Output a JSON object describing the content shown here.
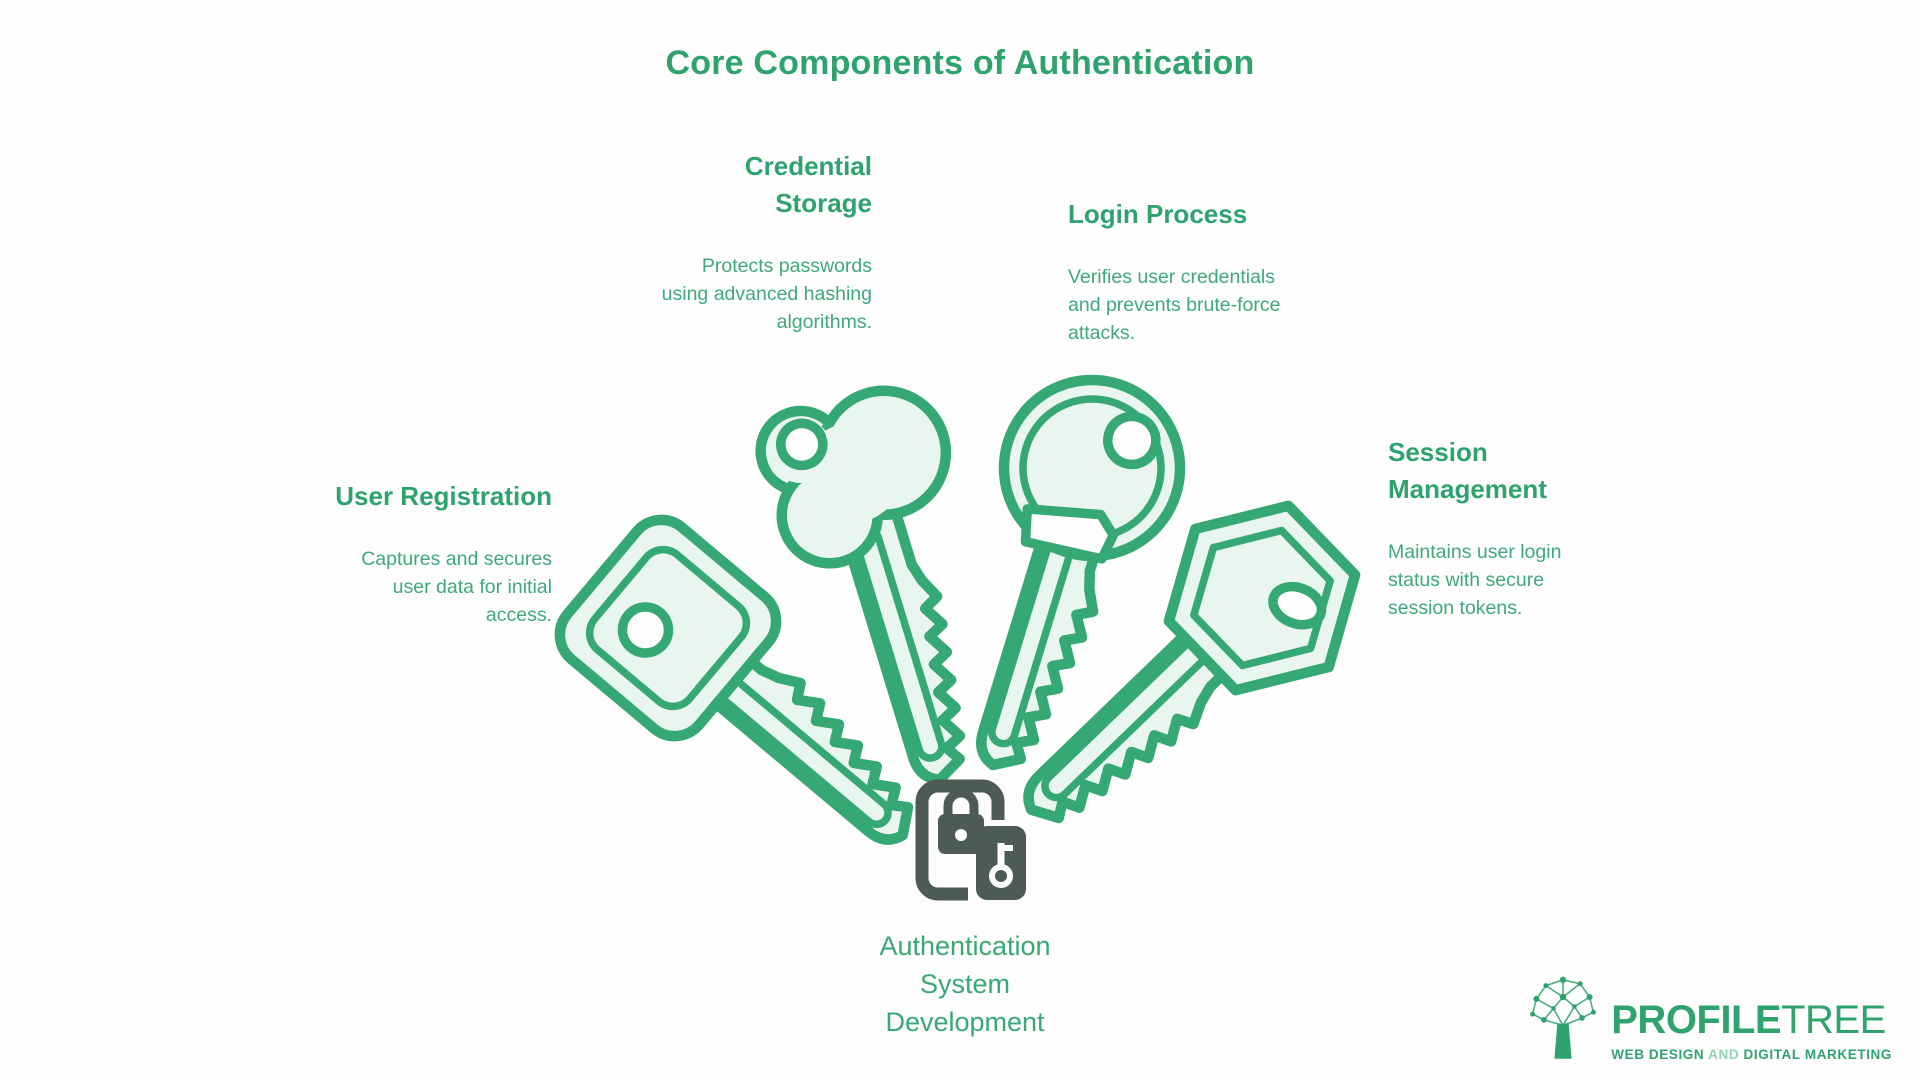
{
  "title": "Core Components of Authentication",
  "sections": [
    {
      "id": "credential-storage",
      "heading": "Credential Storage",
      "body": "Protects passwords using advanced hashing algorithms."
    },
    {
      "id": "login-process",
      "heading": "Login Process",
      "body": "Verifies user credentials and prevents brute-force attacks."
    },
    {
      "id": "user-registration",
      "heading": "User Registration",
      "body": "Captures and secures user data for initial access."
    },
    {
      "id": "session-management",
      "heading": "Session Management",
      "body": "Maintains user login status with secure session tokens."
    }
  ],
  "center": {
    "label": "Authentication System Development"
  },
  "icons": {
    "keys": [
      "key-square-head-icon",
      "key-clover-head-icon",
      "key-round-head-icon",
      "key-hex-head-icon"
    ],
    "center": "phone-lock-key-icon",
    "logo": "network-tree-icon"
  },
  "colors": {
    "heading_green": "#2fa36d",
    "body_green": "#3fa97a",
    "key_stroke_green": "#36a873",
    "key_fill_mint": "#e9f6ef",
    "icon_dark": "#4c5b53",
    "background": "#fdfdfd"
  },
  "logo": {
    "brand_bold": "PROFILE",
    "brand_light": "TREE",
    "tagline_part1": "WEB DESIGN",
    "tagline_and": "AND",
    "tagline_part2": "DIGITAL MARKETING"
  }
}
